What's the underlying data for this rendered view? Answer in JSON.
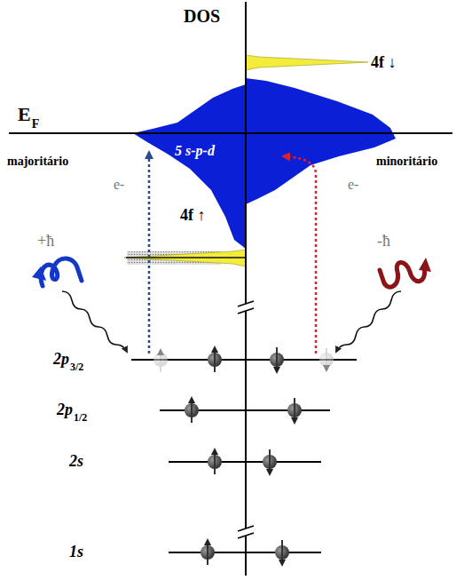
{
  "diagram": {
    "labels": [
      "DOS",
      "4f ↓",
      "E",
      "F",
      "majoritário",
      "5 s-p-d",
      "minoritário",
      "e-",
      "e-",
      "4f ↑",
      "+ħ",
      "-ħ",
      "2p",
      "3/2",
      "2p",
      "1/2",
      "2s",
      "1s"
    ]
  }
}
